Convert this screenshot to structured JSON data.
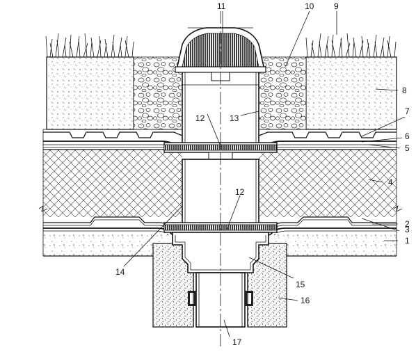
{
  "callouts": {
    "c1": "1",
    "c2": "2",
    "c3": "3",
    "c4": "4",
    "c5": "5",
    "c6": "6",
    "c7": "7",
    "c8": "8",
    "c9": "9",
    "c10": "10",
    "c11": "11",
    "c12a": "12",
    "c12b": "12",
    "c13": "13",
    "c14": "14",
    "c15": "15",
    "c16": "16",
    "c17": "17"
  }
}
